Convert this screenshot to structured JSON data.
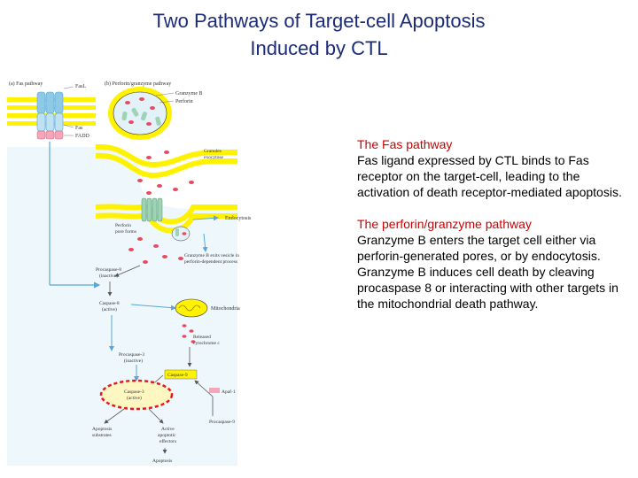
{
  "title": {
    "line1": "Two Pathways of Target-cell Apoptosis",
    "line2": "Induced by CTL"
  },
  "figure": {
    "panel_a": "(a) Fas pathway",
    "panel_b": "(b) Perforin/granzyme pathway",
    "labels": {
      "fasl": "FasL",
      "granzyme_b": "Granzyme B",
      "perforin": "Perforin",
      "fas": "Fas",
      "fadd": "FADD",
      "granules_exocytose": [
        "Granules",
        "exocytose"
      ],
      "endocytosis": "Endocytosis",
      "perforin_pore": [
        "Perforin",
        "pore forms"
      ],
      "granzyme_exits": [
        "Granzyme B exits vesicle in",
        "perforin-dependent process"
      ],
      "procaspase8": [
        "Procaspase-8",
        "(inactive)"
      ],
      "caspase8_active": [
        "Caspase-8",
        "(active)"
      ],
      "mitochondria": "Mitochondria",
      "released_cytc": [
        "Released",
        "cytochrome c"
      ],
      "procaspase3": [
        "Procaspase-3",
        "(inactive)"
      ],
      "caspase9": "Caspase-9",
      "apaf1": "Apaf-1",
      "caspase3_active": [
        "Caspase-3",
        "(active)"
      ],
      "apoptosis_substrates": [
        "Apoptosis",
        "substrates"
      ],
      "active_effectors": [
        "Active",
        "apoptotic",
        "effectors"
      ],
      "procaspase9": "Procaspase-9",
      "apoptosis": "Apoptosis"
    },
    "colors": {
      "ctl_membrane": "#fff200",
      "target_cell": "#e3f1f9",
      "fasl": "#8ecae6",
      "fas": "#f4a7b9",
      "granule": "#e84a5f",
      "perforin": "#9fd3b5",
      "arrow": "#5aa6d6",
      "highlight": "#e41a1c"
    }
  },
  "text": {
    "fas_heading": "The Fas pathway",
    "fas_body": "Fas ligand expressed by CTL binds to Fas receptor on the target-cell, leading to the activation of death receptor-mediated apoptosis.",
    "perforin_heading": "The perforin/granzyme pathway",
    "perforin_body": "Granzyme B enters the target cell either via perforin-generated pores, or by endocytosis.  Granzyme B induces cell death by cleaving procaspase 8 or interacting with other targets in the mitochondrial death pathway."
  }
}
